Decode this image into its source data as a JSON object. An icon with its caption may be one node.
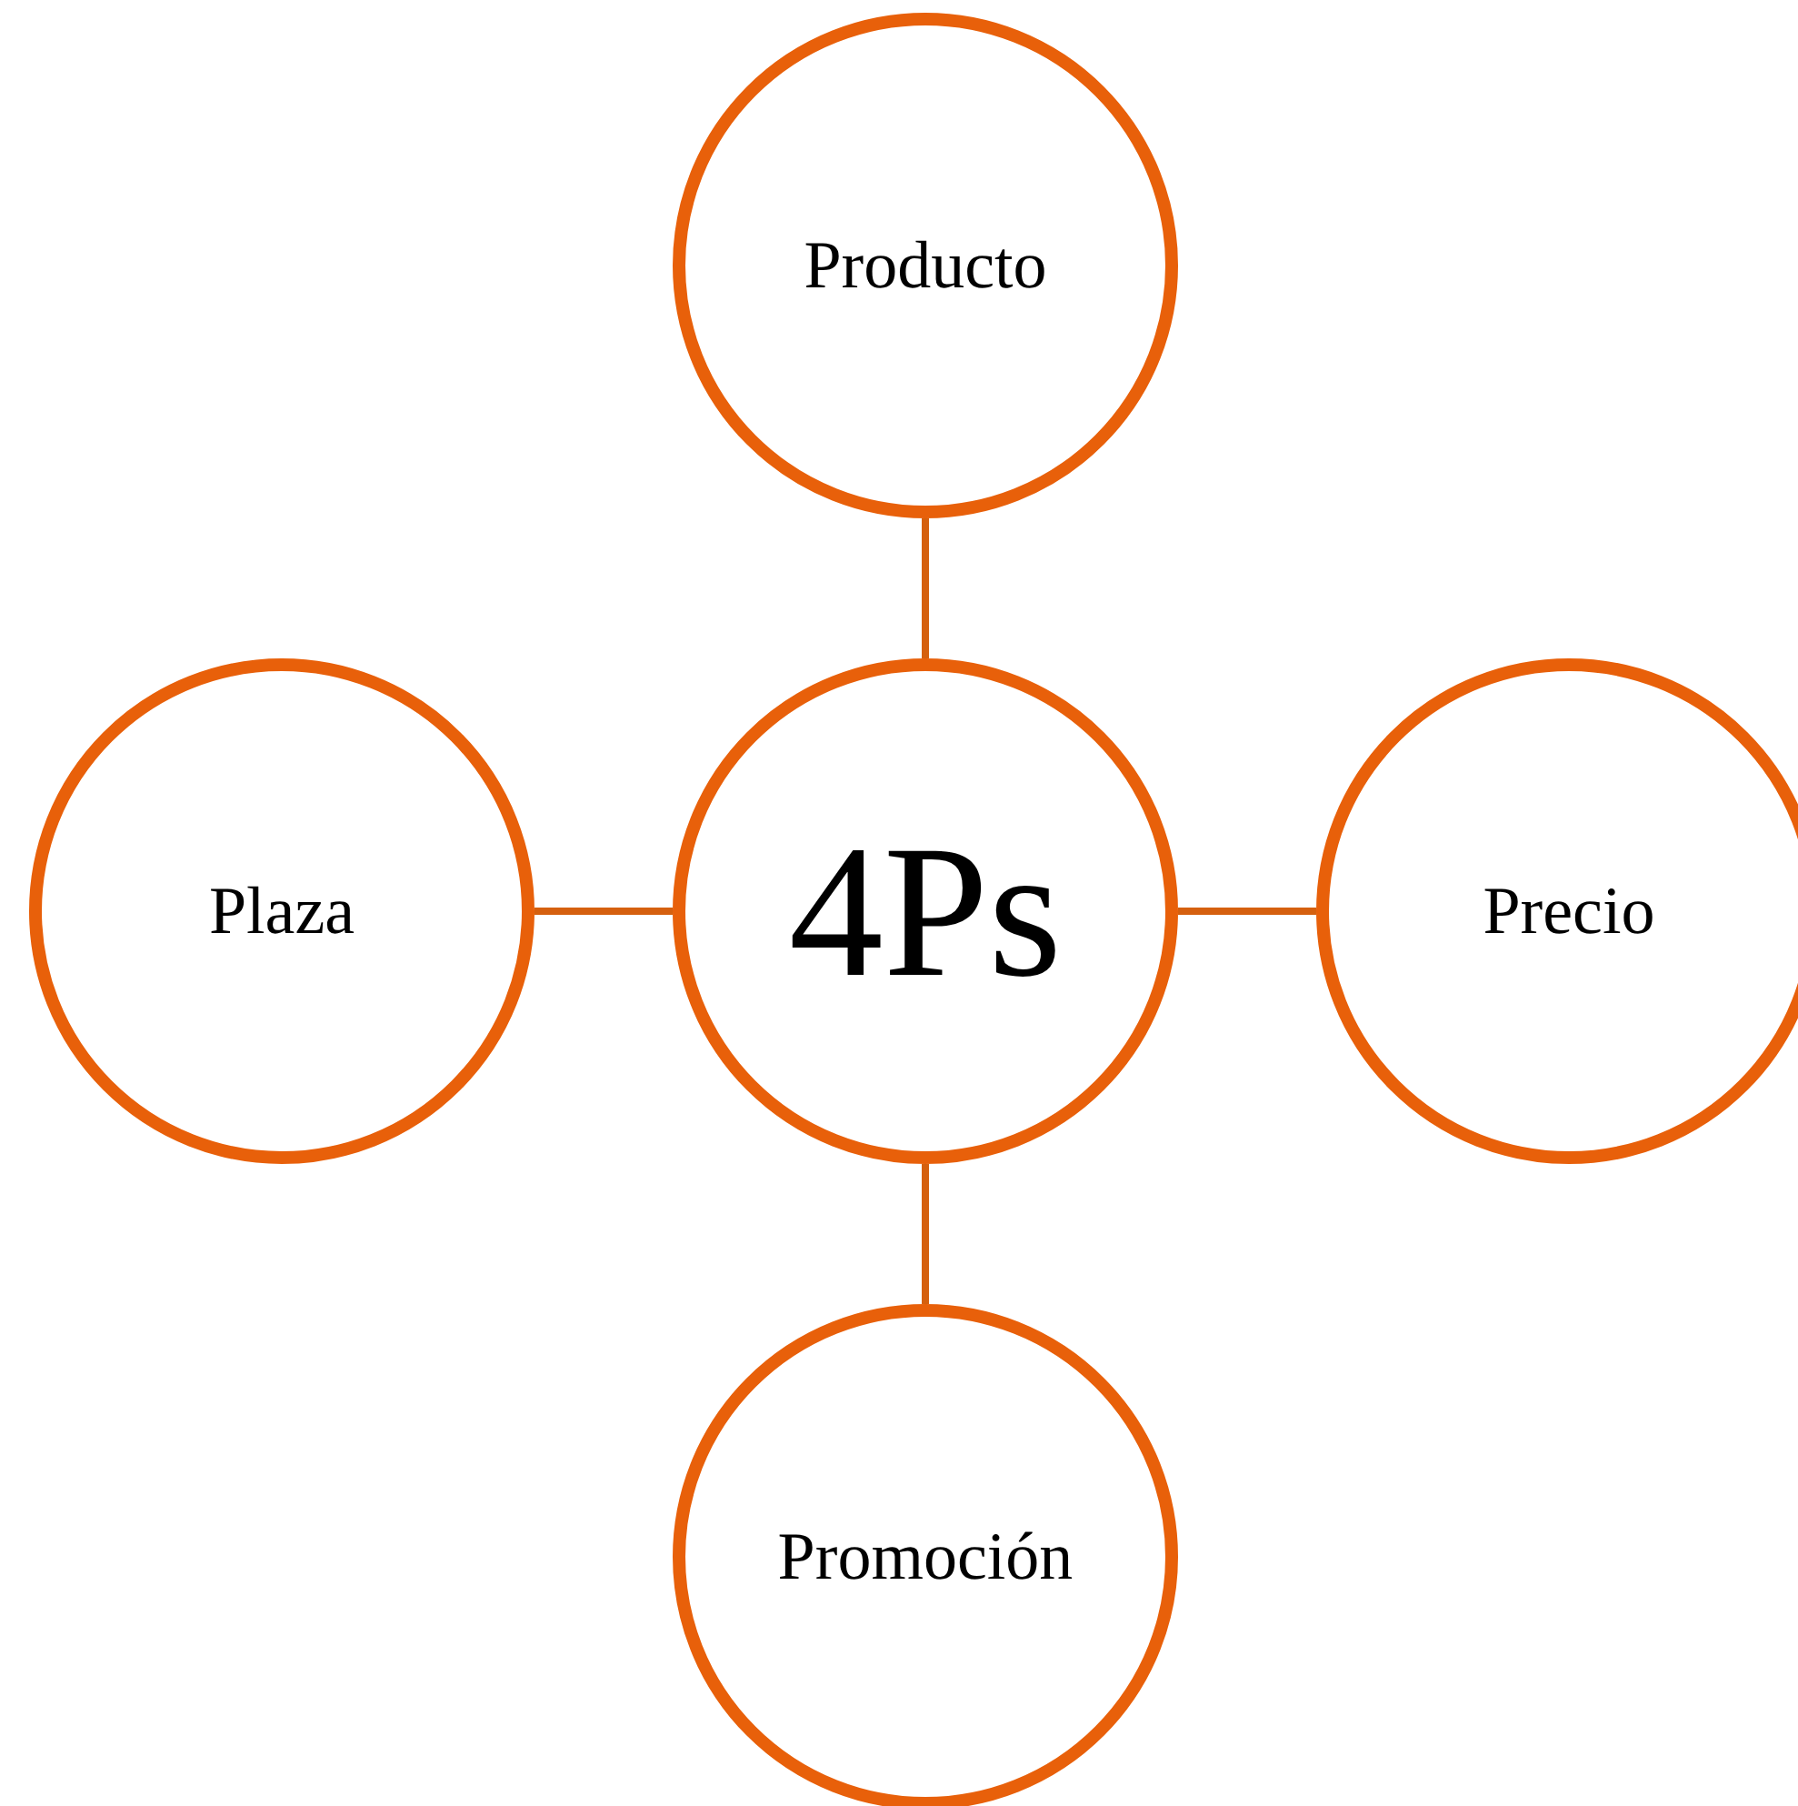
{
  "diagram": {
    "nodes": [
      {
        "text": [
          "Producto"
        ]
      },
      {
        "text": [
          "Plaza"
        ]
      },
      {
        "text": [
          "4Ps"
        ]
      },
      {
        "text": [
          "Precio"
        ]
      },
      {
        "text": [
          "Promoción"
        ]
      }
    ],
    "edges": [
      {
        "from": 2,
        "to": 0,
        "arrow": "none"
      },
      {
        "from": 2,
        "to": 1,
        "arrow": "none"
      },
      {
        "from": 2,
        "to": 3,
        "arrow": "none"
      },
      {
        "from": 2,
        "to": 4,
        "arrow": "none"
      }
    ]
  }
}
